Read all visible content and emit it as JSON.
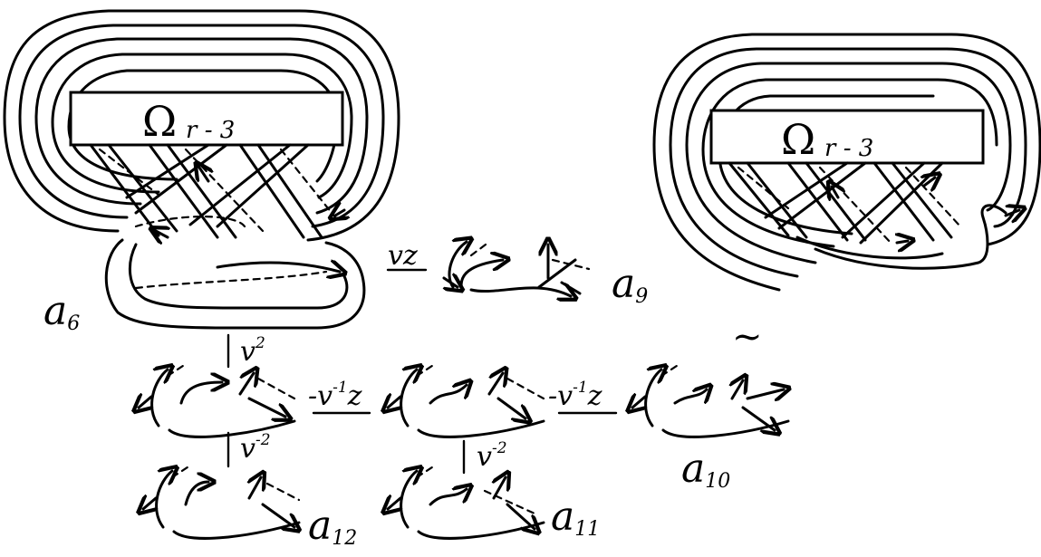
{
  "left_box": {
    "omega": "Ω",
    "sub": "r - 3"
  },
  "right_box": {
    "omega": "Ω",
    "sub": "r - 3"
  },
  "equivalence_symbol": "~",
  "labels": {
    "a6": {
      "base": "a",
      "sub": "6"
    },
    "a9": {
      "base": "a",
      "sub": "9"
    },
    "a10": {
      "base": "a",
      "sub": "10"
    },
    "a11": {
      "base": "a",
      "sub": "11"
    },
    "a12": {
      "base": "a",
      "sub": "12"
    }
  },
  "coefficients": {
    "vz": {
      "text": "vz"
    },
    "v2": {
      "base": "v",
      "sup": "2"
    },
    "v_minus2_left": {
      "base": "v",
      "sup": "-2"
    },
    "v_minus2_mid": {
      "base": "v",
      "sup": "-2"
    },
    "mv1z_left": {
      "pre": "-v",
      "sup": "-1",
      "post": "z"
    },
    "mv1z_right": {
      "pre": "-v",
      "sup": "-1",
      "post": "z"
    }
  }
}
